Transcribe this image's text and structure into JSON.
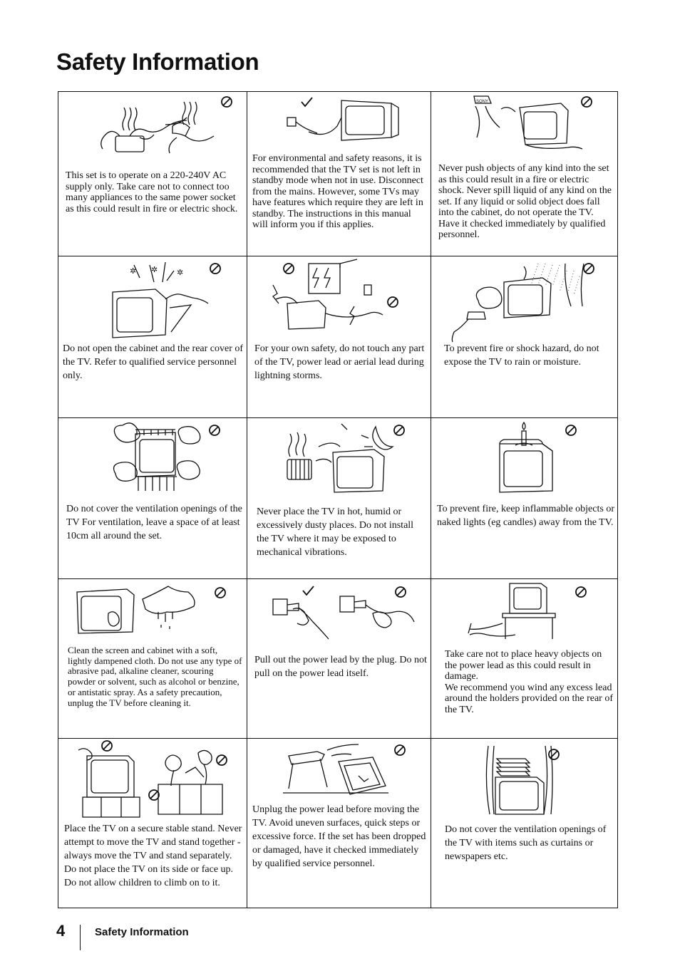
{
  "page": {
    "title": "Safety Information",
    "page_number": "4",
    "section_label": "Safety Information"
  },
  "cells": [
    {
      "icon": "prohibited-icon",
      "text": "This set is to operate on a 220-240V AC supply only. Take care not to connect too many appliances to the same power socket as this could result in fire or electric shock."
    },
    {
      "icon": "checkmark-icon",
      "text": "For environmental and safety reasons, it is recommended that the TV set is not left in standby mode when not in use. Disconnect from the mains. However, some TVs may have features which require they are left in standby. The instructions in this manual will inform you if this applies."
    },
    {
      "icon": "prohibited-icon",
      "text": "Never push objects of any kind into the set as this could result in a fire or electric shock. Never spill liquid of any kind on the set. If any liquid or solid object does fall into the cabinet, do not operate the TV. Have it checked immediately by qualified personnel."
    },
    {
      "icon": "prohibited-icon",
      "text": "Do not open the cabinet and the rear cover of the TV. Refer to qualified service personnel only."
    },
    {
      "icon": "prohibited-icon",
      "text": "For your own safety, do not touch any part of the TV, power lead or aerial lead during lightning storms."
    },
    {
      "icon": "prohibited-icon",
      "text": "To prevent fire or shock hazard, do not expose the TV to rain or moisture."
    },
    {
      "icon": "prohibited-icon",
      "text": "Do not cover the ventilation openings of the TV For ventilation, leave a space of at least 10cm all around the set."
    },
    {
      "icon": "prohibited-icon",
      "text": "Never place the TV in hot, humid or excessively dusty places. Do not install the TV where it may be exposed to mechanical vibrations."
    },
    {
      "icon": "prohibited-icon",
      "text": "To prevent fire, keep inflammable objects or naked lights (eg candles) away from the TV."
    },
    {
      "icon": "prohibited-icon",
      "text": "Clean the screen and cabinet with a soft, lightly dampened cloth. Do not use any type of abrasive pad, alkaline cleaner, scouring powder or solvent, such as alcohol or benzine, or antistatic spray. As a safety precaution, unplug the TV before cleaning it."
    },
    {
      "icon": "prohibited-icon",
      "text": "Pull out the power lead by the plug. Do not pull on the power lead itself."
    },
    {
      "icon": "prohibited-icon",
      "text": "Take care not to place heavy objects on the power lead as this could result in damage.\nWe recommend you wind any excess lead around the holders provided on the rear of the TV."
    },
    {
      "icon": "prohibited-icon",
      "text": "Place the TV on a secure stable stand. Never attempt to move the TV and stand together -always move the TV and stand separately. Do not place the TV on its side or face up. Do not allow children to climb on to it."
    },
    {
      "icon": "prohibited-icon",
      "text": "Unplug the power lead before moving the TV. Avoid uneven surfaces, quick steps or excessive force. If the set has been dropped or damaged, have it checked immediately by qualified service personnel."
    },
    {
      "icon": "prohibited-icon",
      "text": "Do not cover the ventilation openings of the TV with items such as curtains or newspapers etc."
    }
  ],
  "illustrations": {
    "tv_brand_label": "SONY"
  }
}
